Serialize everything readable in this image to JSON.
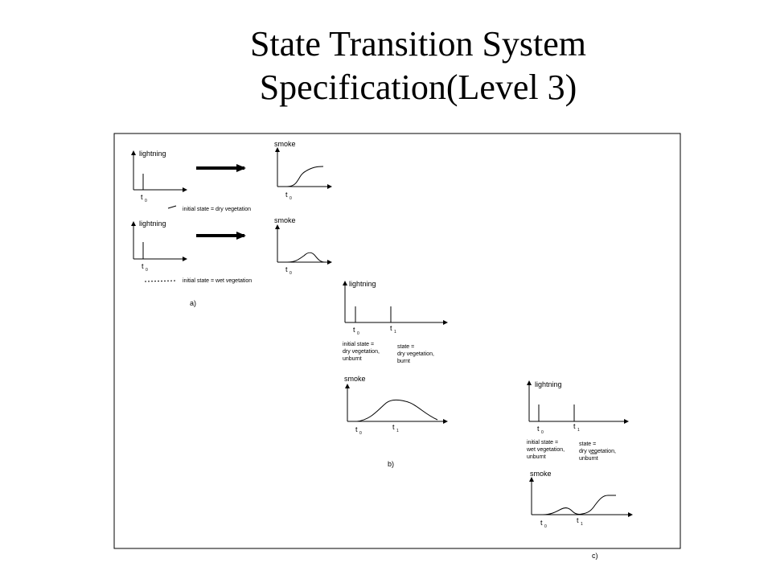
{
  "slide": {
    "title_line1": "State Transition System",
    "title_line2": "Specification(Level 3)"
  },
  "panels": {
    "a": {
      "caption": "a)",
      "row1": {
        "input_label": "lightning",
        "output_label": "smoke",
        "time_label": "t",
        "time_sub": "0",
        "state_text": "initial state = dry vegetation"
      },
      "row2": {
        "input_label": "lightning",
        "output_label": "smoke",
        "time_label": "t",
        "time_sub": "0",
        "state_text": "initial state = wet vegetation"
      }
    },
    "b": {
      "caption": "b)",
      "input_label": "lightning",
      "output_label": "smoke",
      "t0": "t",
      "t0_sub": "0",
      "t1": "t",
      "t1_sub": "1",
      "initial_state": [
        "initial state =",
        "dry vegetation,",
        "unburnt"
      ],
      "state": [
        "state =",
        "dry vegetation,",
        "burnt"
      ]
    },
    "c": {
      "caption": "c)",
      "input_label": "lightning",
      "output_label": "smoke",
      "t0": "t",
      "t0_sub": "0",
      "t1": "t",
      "t1_sub": "1",
      "initial_state": [
        "initial state =",
        "wet vegetation,",
        "unburnt"
      ],
      "state": [
        "state =",
        "dry vegetation,",
        "unburnt"
      ]
    }
  }
}
